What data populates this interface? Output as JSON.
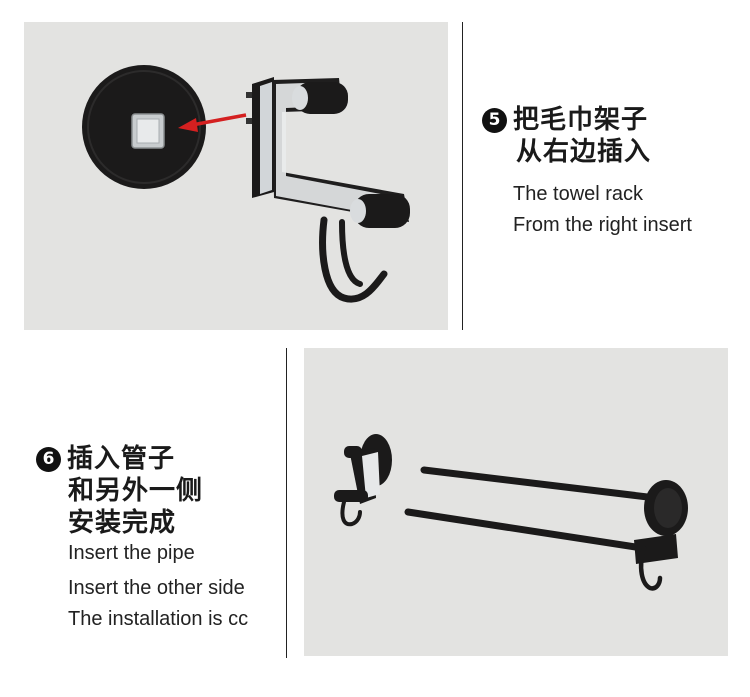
{
  "step5": {
    "number": "5",
    "title_line1": "把毛巾架子",
    "title_line2": "从右边插入",
    "en_line1": "The towel rack",
    "en_line2": "From the right insert"
  },
  "step6": {
    "number": "6",
    "title_line1": "插入管子",
    "title_line2": "和另外一侧",
    "title_line3": "安装完成",
    "en_line1": "Insert the pipe",
    "en_line2": "Insert the other side",
    "en_line3": "The installation is cc"
  },
  "colors": {
    "panel_bg": "#e3e3e1",
    "fixture_black": "#1b1a1a",
    "arrow_red": "#d42020",
    "chrome": "#cfd3d6"
  }
}
